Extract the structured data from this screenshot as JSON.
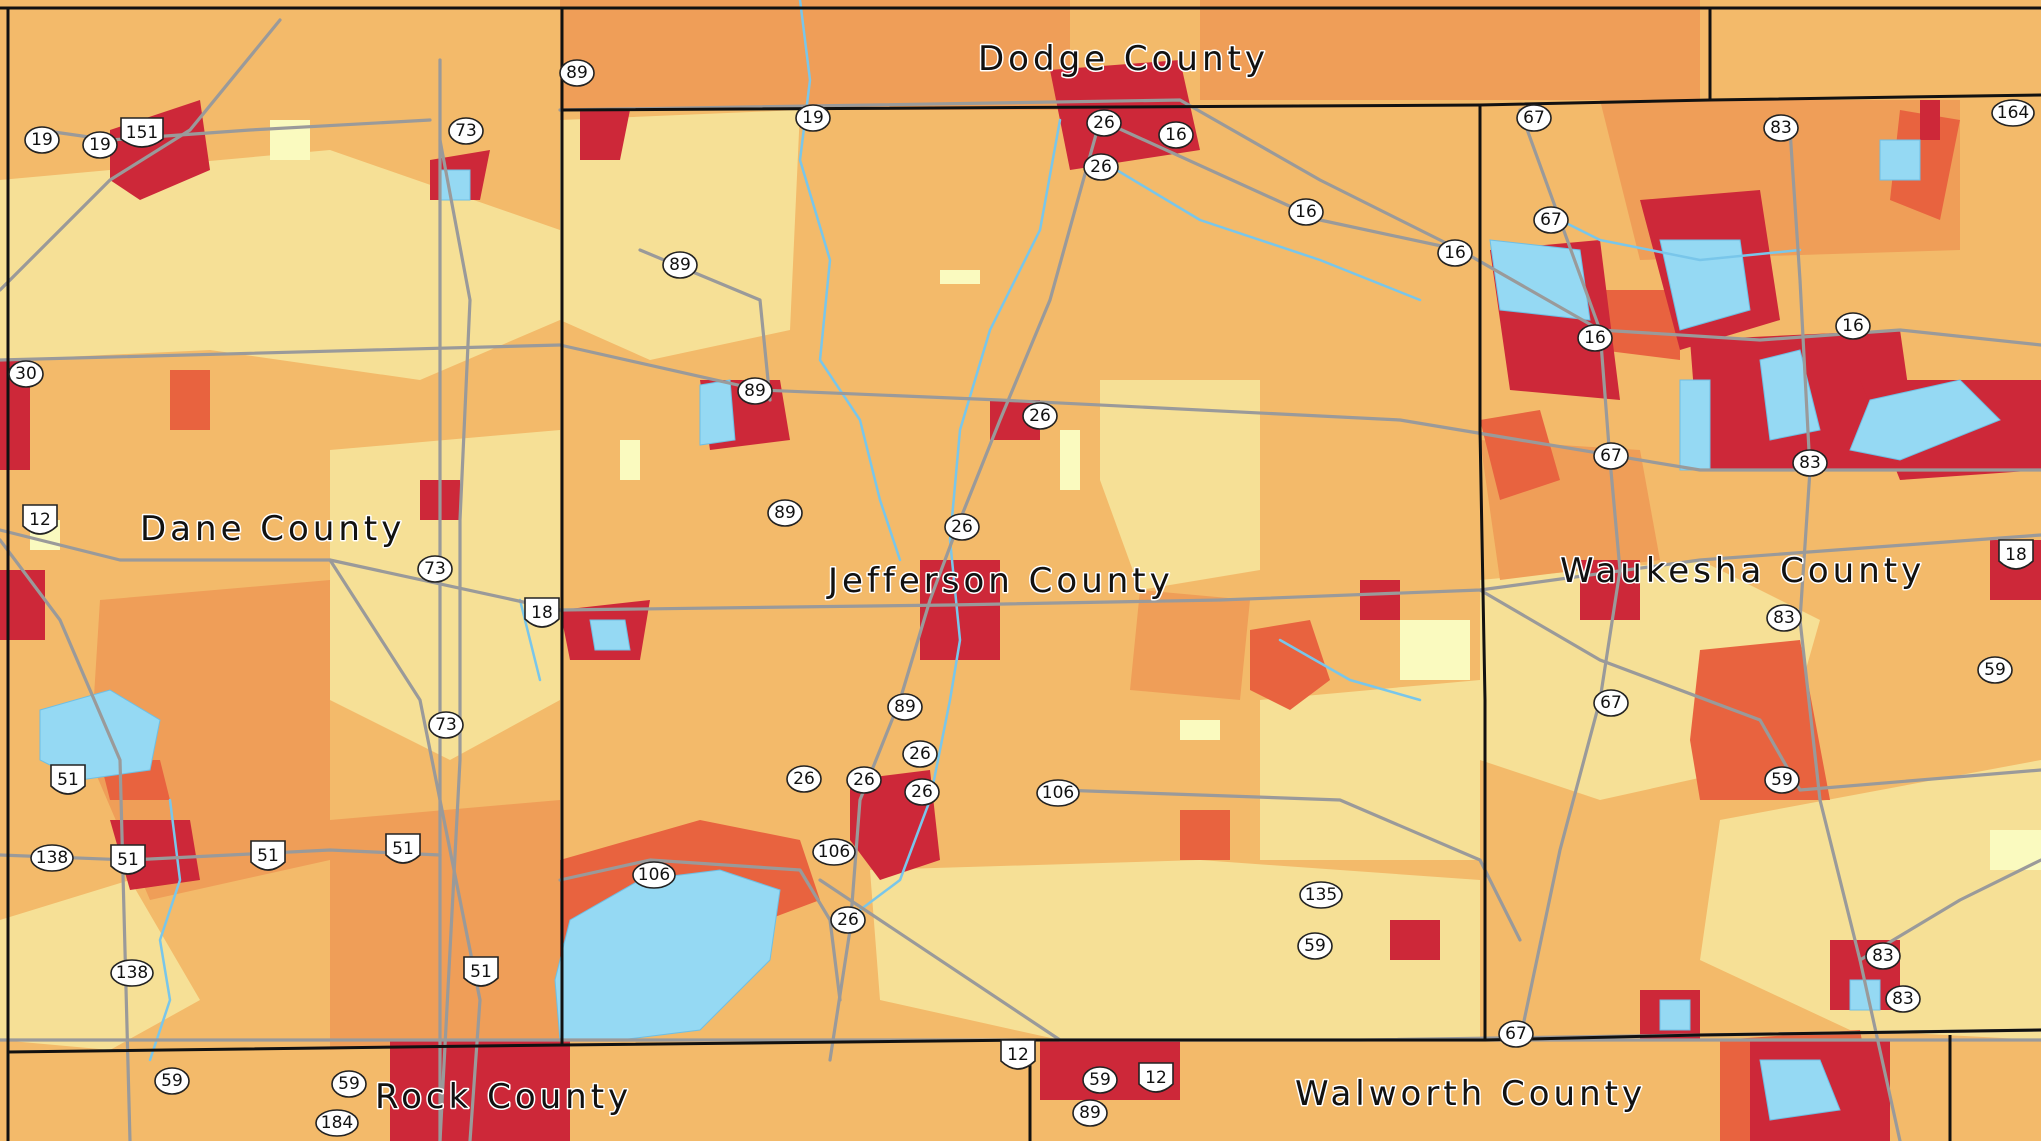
{
  "counties": [
    {
      "name": "Dodge County"
    },
    {
      "name": "Dane County"
    },
    {
      "name": "Jefferson County"
    },
    {
      "name": "Waukesha County"
    },
    {
      "name": "Rock County"
    },
    {
      "name": "Walworth County"
    }
  ],
  "highway_shields": [
    {
      "label": "19",
      "type": "state"
    },
    {
      "label": "19",
      "type": "state"
    },
    {
      "label": "151",
      "type": "us"
    },
    {
      "label": "73",
      "type": "state"
    },
    {
      "label": "89",
      "type": "state"
    },
    {
      "label": "19",
      "type": "state"
    },
    {
      "label": "26",
      "type": "state"
    },
    {
      "label": "16",
      "type": "state"
    },
    {
      "label": "26",
      "type": "state"
    },
    {
      "label": "67",
      "type": "state"
    },
    {
      "label": "83",
      "type": "state"
    },
    {
      "label": "164",
      "type": "state"
    },
    {
      "label": "89",
      "type": "state"
    },
    {
      "label": "16",
      "type": "state"
    },
    {
      "label": "16",
      "type": "state"
    },
    {
      "label": "67",
      "type": "state"
    },
    {
      "label": "16",
      "type": "state"
    },
    {
      "label": "16",
      "type": "state"
    },
    {
      "label": "30",
      "type": "state"
    },
    {
      "label": "89",
      "type": "state"
    },
    {
      "label": "26",
      "type": "state"
    },
    {
      "label": "67",
      "type": "state"
    },
    {
      "label": "83",
      "type": "state"
    },
    {
      "label": "12",
      "type": "us"
    },
    {
      "label": "89",
      "type": "state"
    },
    {
      "label": "26",
      "type": "state"
    },
    {
      "label": "73",
      "type": "state"
    },
    {
      "label": "18",
      "type": "us"
    },
    {
      "label": "18",
      "type": "us"
    },
    {
      "label": "83",
      "type": "state"
    },
    {
      "label": "59",
      "type": "state"
    },
    {
      "label": "73",
      "type": "state"
    },
    {
      "label": "89",
      "type": "state"
    },
    {
      "label": "67",
      "type": "state"
    },
    {
      "label": "51",
      "type": "us"
    },
    {
      "label": "26",
      "type": "state"
    },
    {
      "label": "26",
      "type": "state"
    },
    {
      "label": "26",
      "type": "state"
    },
    {
      "label": "106",
      "type": "state"
    },
    {
      "label": "59",
      "type": "state"
    },
    {
      "label": "26",
      "type": "state"
    },
    {
      "label": "138",
      "type": "state"
    },
    {
      "label": "51",
      "type": "us"
    },
    {
      "label": "51",
      "type": "us"
    },
    {
      "label": "51",
      "type": "us"
    },
    {
      "label": "106",
      "type": "state"
    },
    {
      "label": "106",
      "type": "state"
    },
    {
      "label": "135",
      "type": "state"
    },
    {
      "label": "26",
      "type": "state"
    },
    {
      "label": "59",
      "type": "state"
    },
    {
      "label": "138",
      "type": "state"
    },
    {
      "label": "51",
      "type": "us"
    },
    {
      "label": "83",
      "type": "state"
    },
    {
      "label": "83",
      "type": "state"
    },
    {
      "label": "67",
      "type": "state"
    },
    {
      "label": "12",
      "type": "us"
    },
    {
      "label": "59",
      "type": "state"
    },
    {
      "label": "59",
      "type": "state"
    },
    {
      "label": "12",
      "type": "us"
    },
    {
      "label": "59",
      "type": "state"
    },
    {
      "label": "184",
      "type": "state"
    },
    {
      "label": "89",
      "type": "state"
    }
  ],
  "legend_colors": {
    "lowest": "#f6e096",
    "low": "#f3ba6a",
    "medium": "#ef9e58",
    "high": "#e8633f",
    "highest": "#cd2839",
    "water": "#95d9f3",
    "palest": "#fafabf"
  }
}
